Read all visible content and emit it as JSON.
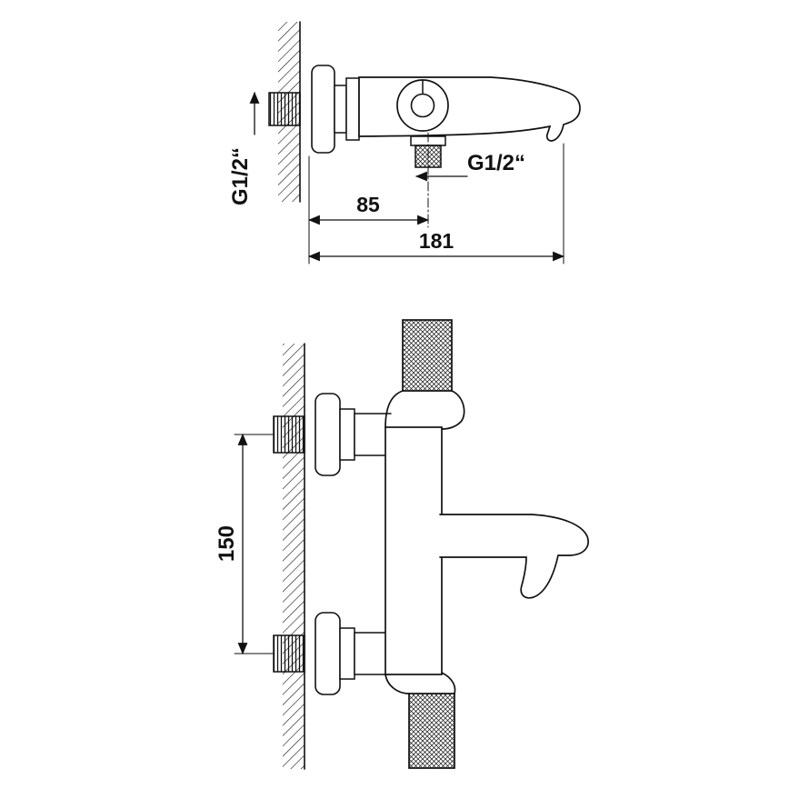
{
  "drawing": {
    "colors": {
      "line": "#111111",
      "background": "#ffffff"
    },
    "views": {
      "side": {
        "labels": {
          "wall_thread": "G1/2“",
          "spout_thread": "G1/2“",
          "dim_wall_to_outlet": "85",
          "dim_wall_to_tip": "181"
        }
      },
      "front": {
        "labels": {
          "dim_port_spacing": "150"
        }
      }
    }
  }
}
